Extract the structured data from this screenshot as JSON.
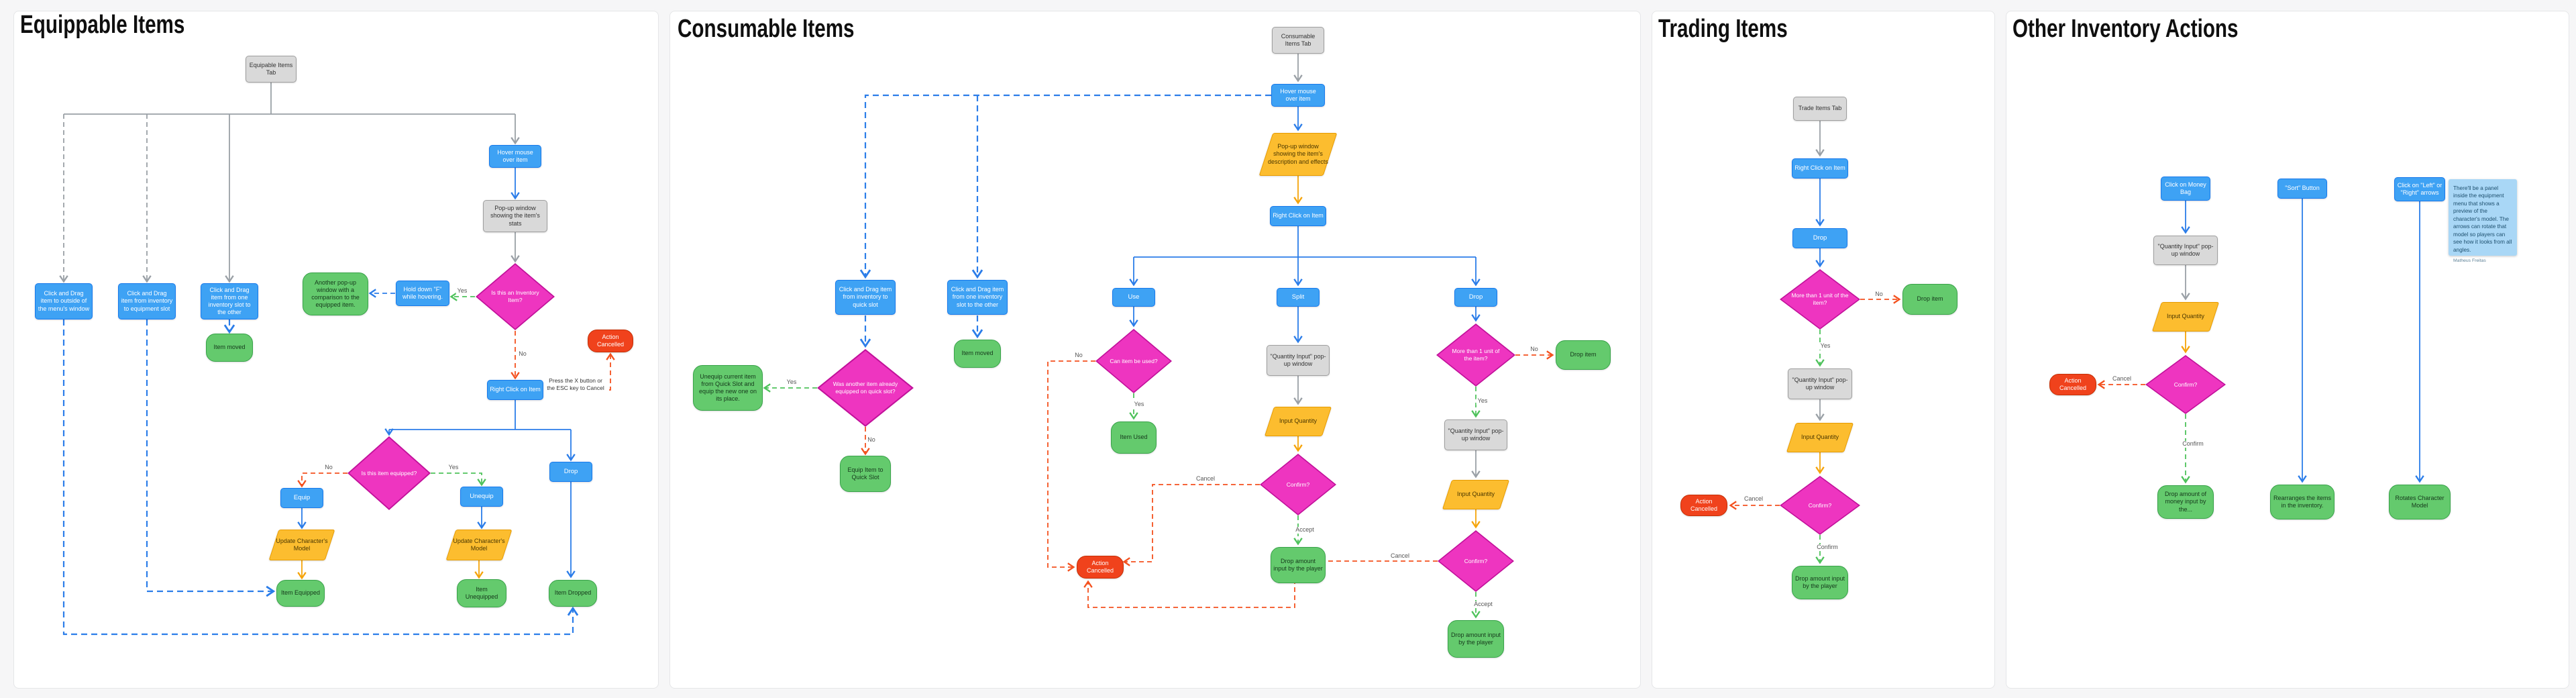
{
  "labels": {
    "yes": "Yes",
    "no": "No",
    "cancel": "Cancel",
    "accept": "Accept",
    "confirm": "Confirm"
  },
  "colors": {
    "node_blue": "#3ea2f4",
    "node_gray": "#d9d9d9",
    "node_green": "#64ca6d",
    "node_magenta": "#ee35c0",
    "node_yellow": "#fcbd2f",
    "node_red": "#f0421c",
    "note_blue": "#a9d7f6",
    "edge_blue": "#2b7de9",
    "edge_gray": "#9aa0a6",
    "edge_green": "#4ec25b",
    "edge_red": "#f4511e",
    "edge_orange": "#f5a40a"
  },
  "panel1": {
    "title": "Equippable Items",
    "tab": "Equipable Items Tab",
    "hover": "Hover mouse over item",
    "stats_popup": "Pop-up window showing the item's stats",
    "is_inventory_item_q": "Is this an Inventory Item?",
    "hold_f": "Hold down \"F\" while hovering.",
    "comparison_popup": "Another pop-up window with a comparison to the equipped item.",
    "drag_outside": "Click and Drag item to outside of the menu's window",
    "drag_to_equipment": "Click and Drag item from inventory to equipment slot",
    "drag_between_slots": "Click and Drag item from one inventory slot to the other",
    "item_moved": "Item moved",
    "right_click": "Right Click on Item",
    "cancel_note": "Press the X button or the ESC key to Cancel",
    "action_cancelled": "Action Cancelled",
    "is_equipped_q": "Is this item equipped?",
    "equip": "Equip",
    "unequip": "Unequip",
    "drop": "Drop",
    "update_model": "Update Character's Model",
    "item_equipped": "Item Equipped",
    "item_unequipped": "Item Unequipped",
    "item_dropped": "Item Dropped"
  },
  "panel2": {
    "title": "Consumable Items",
    "tab": "Consumable Items Tab",
    "hover": "Hover mouse over item",
    "desc_popup": "Pop-up window showing the item's description and effects",
    "right_click": "Right Click on Item",
    "drag_quick": "Click and Drag item from inventory to quick slot",
    "drag_between_slots": "Click and Drag item from one inventory slot to the other",
    "item_moved": "Item moved",
    "quick_slot_q": "Was another item already equipped on quick slot?",
    "unequip_swap": "Unequip current item from Quick Slot and equip the new one on its place.",
    "equip_quick": "Equip Item to Quick Slot",
    "use": "Use",
    "can_use_q": "Can item be used?",
    "item_used": "Item Used",
    "split": "Split",
    "qty_popup": "\"Quantity Input\" pop-up window",
    "input_qty": "Input Quantity",
    "confirm_q": "Confirm?",
    "drop_amount": "Drop amount input by the player",
    "drop": "Drop",
    "more_than_one_q": "More than 1 unit of the item?",
    "drop_item": "Drop item",
    "action_cancelled": "Action Cancelled"
  },
  "panel3": {
    "title": "Trading Items",
    "tab": "Trade Items Tab",
    "right_click": "Right Click on Item",
    "drop": "Drop",
    "more_than_one_q": "More than 1 unit of the item?",
    "drop_item": "Drop item",
    "qty_popup": "\"Quantity Input\" pop-up window",
    "input_qty": "Input Quantity",
    "confirm_q": "Confirm?",
    "drop_amount": "Drop amount input by the player",
    "action_cancelled": "Action Cancelled"
  },
  "panel4": {
    "title": "Other Inventory Actions",
    "money_bag": "Click on Money Bag",
    "sort_button": "\"Sort\" Button",
    "arrows_button": "Click on \"Left\" or \"Right\" arrows",
    "note_text": "There'll be a panel inside the equipment menu that shows a preview of the character's model. The arrows can rotate that model so players can see how it looks from all angles.",
    "note_author": "Matheus Freitas",
    "qty_popup": "\"Quantity Input\" pop-up window",
    "input_qty": "Input Quantity",
    "confirm_q": "Confirm?",
    "action_cancelled": "Action Cancelled",
    "drop_money_amount": "Drop amount of money input by the...",
    "rearranges": "Rearranges the items in the inventory.",
    "rotates": "Rotates Character Model"
  }
}
